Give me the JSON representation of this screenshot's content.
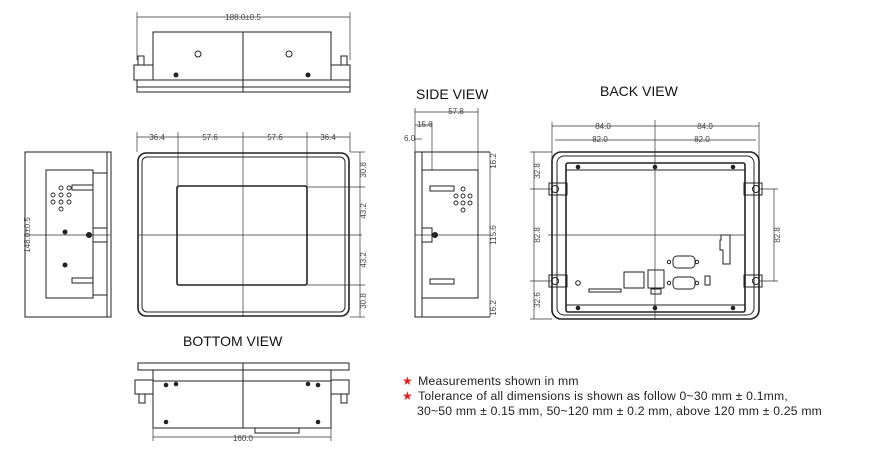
{
  "views": {
    "side_title": "SIDE VIEW",
    "back_title": "BACK VIEW",
    "bottom_title": "BOTTOM VIEW"
  },
  "dimensions": {
    "top_width": "188.0±0.5",
    "front_widths": [
      "36.4",
      "57.6",
      "57.6",
      "36.4"
    ],
    "front_heights": [
      "30.8",
      "43.2",
      "43.2",
      "30.8"
    ],
    "left_height": "148.0±0.5",
    "side_depth": "57.8",
    "side_bezel": "15.6",
    "side_front": "6.0",
    "side_heights": [
      "16.2",
      "115.6",
      "16.2"
    ],
    "back_outer": [
      "84.0",
      "84.0"
    ],
    "back_inner": [
      "82.0",
      "82.0"
    ],
    "back_left": [
      "32.8",
      "82.8",
      "32.6"
    ],
    "back_right": "82.8",
    "bottom_width": "160.0"
  },
  "notes": {
    "bullet_color": "#e02020",
    "line1": "Measurements shown in mm",
    "line2": "Tolerance of all dimensions is shown as follow 0~30 mm ± 0.1mm,",
    "line3": "30~50 mm ± 0.15 mm, 50~120 mm ± 0.2 mm, above 120 mm ± 0.25 mm"
  }
}
